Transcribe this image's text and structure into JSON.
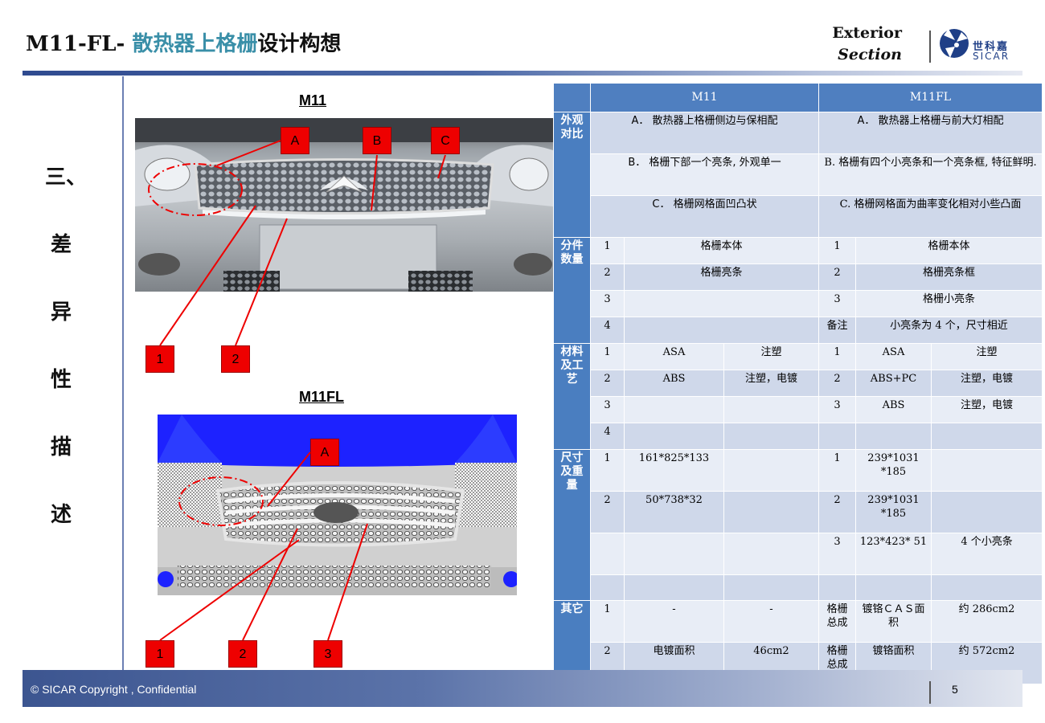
{
  "header": {
    "title_prefix": "M11-FL- ",
    "title_accent": "散热器上格栅",
    "title_suffix": "设计构想",
    "section_line1": "Exterior",
    "section_line2": "Section",
    "logo_cn": "世科嘉",
    "logo_en": "SICAR"
  },
  "side_label": [
    "三、",
    "差",
    "异",
    "性",
    "描",
    "述"
  ],
  "images": {
    "m11_title": "M11",
    "m11fl_title": "M11FL",
    "m11_markers": [
      "A",
      "B",
      "C",
      "1",
      "2"
    ],
    "m11fl_markers": [
      "A",
      "1",
      "2",
      "3"
    ]
  },
  "table": {
    "headers": [
      "",
      "M11",
      "M11FL"
    ],
    "appearance": {
      "label": "外观对比",
      "rows": [
        [
          "A． 散热器上格栅侧边与保相配",
          "A． 散热器上格栅与前大灯相配"
        ],
        [
          "B． 格栅下部一个亮条, 外观单一",
          "B. 格栅有四个小亮条和一个亮条框, 特征鲜明."
        ],
        [
          "C． 格栅网格面凹凸状",
          "C. 格栅网格面为曲率变化相对小些凸面"
        ]
      ]
    },
    "parts": {
      "label": "分件数量",
      "rows": [
        [
          "1",
          "格栅本体",
          "1",
          "格栅本体"
        ],
        [
          "2",
          "格栅亮条",
          "2",
          "格栅亮条框"
        ],
        [
          "3",
          "",
          "3",
          "格栅小亮条"
        ],
        [
          "4",
          "",
          "备注",
          "小亮条为 4 个，尺寸相近"
        ]
      ]
    },
    "material": {
      "label": "材料及工艺",
      "rows": [
        [
          "1",
          "ASA",
          "注塑",
          "1",
          "ASA",
          "注塑"
        ],
        [
          "2",
          "ABS",
          "注塑，电镀",
          "2",
          "ABS+PC",
          "注塑，电镀"
        ],
        [
          "3",
          "",
          "",
          "3",
          "ABS",
          "注塑，电镀"
        ],
        [
          "4",
          "",
          "",
          "",
          "",
          ""
        ]
      ]
    },
    "size": {
      "label": "尺寸及重量",
      "rows": [
        [
          "1",
          "161*825*133",
          "",
          "1",
          "239*1031 *185",
          ""
        ],
        [
          "2",
          "50*738*32",
          "",
          "2",
          "239*1031 *185",
          ""
        ],
        [
          "",
          "",
          "",
          "3",
          "123*423* 51",
          "4 个小亮条"
        ],
        [
          "",
          "",
          "",
          "",
          "",
          ""
        ]
      ]
    },
    "other": {
      "label": "其它",
      "rows": [
        [
          "1",
          "-",
          "-",
          "格栅总成",
          "镀铬ＣＡＳ面积",
          "约 286cm2"
        ],
        [
          "2",
          "电镀面积",
          "46cm2",
          "格栅总成",
          "镀铬面积",
          "约 572cm2"
        ]
      ]
    }
  },
  "footer": {
    "copyright": "© SICAR Copyright , Confidential",
    "page": "5"
  },
  "colors": {
    "accent_title": "#3a8fa8",
    "table_header": "#4f7fc0",
    "row_dark": "#cfd8ea",
    "row_light": "#e8edf6",
    "marker": "#ee0000"
  }
}
